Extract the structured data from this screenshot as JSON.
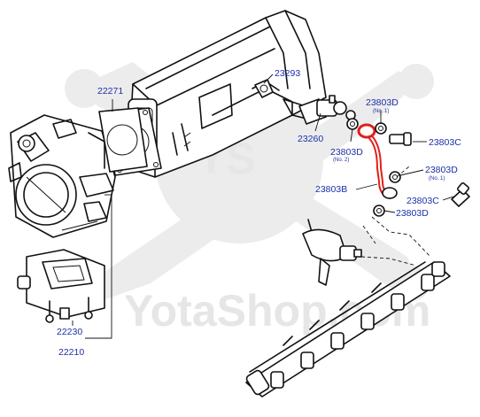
{
  "watermark": {
    "brand_text": "YotaShop.com",
    "emblem_text": "YS"
  },
  "callouts": {
    "c22271": "22271",
    "c23293": "23293",
    "c23260": "23260",
    "c23803d_top": "23803D",
    "c23803d_top_tag": "(No. 1)",
    "c23803d_mid": "23803D",
    "c23803d_mid_tag": "(No. 2)",
    "c23803c_top": "23803C",
    "c23803d_right": "23803D",
    "c23803d_right_tag": "(No. 1)",
    "c23803b": "23803B",
    "c23803c_bottom": "23803C",
    "c23803d_bottom": "23803D",
    "c22230": "22230",
    "c22210": "22210"
  },
  "colors": {
    "label_blue": "#1c2fa8",
    "highlight_red": "#e0201a",
    "watermark_gray": "#e6e6e6"
  }
}
